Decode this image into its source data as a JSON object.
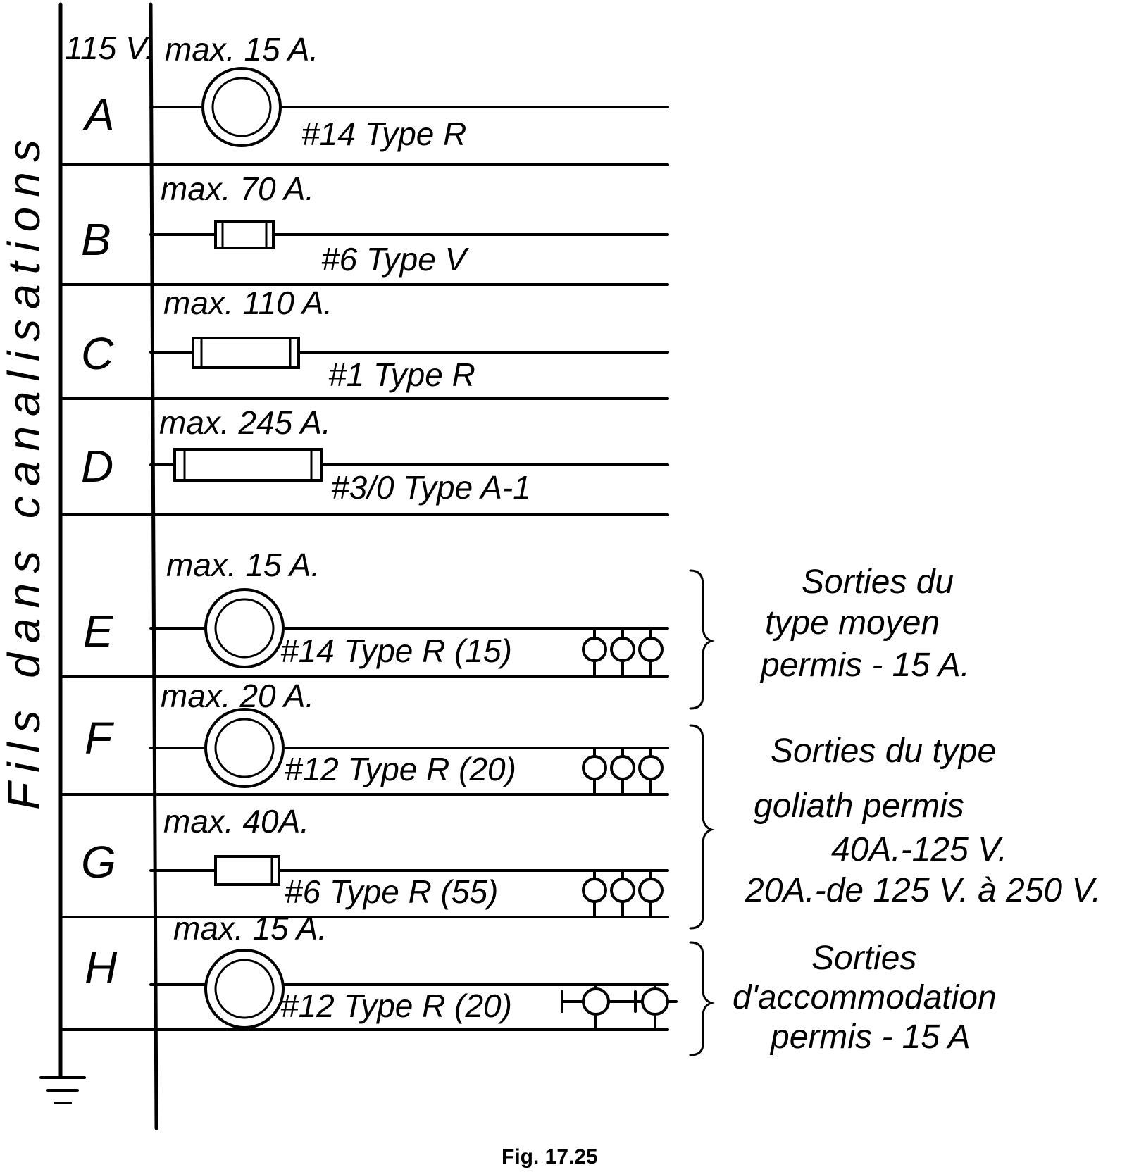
{
  "voltage": "115 V.",
  "side_title": "Fils  dans  canalisations",
  "circuits": [
    {
      "letter": "A",
      "max": "max. 15 A.",
      "wire": "#14 Type R",
      "device": "plug-fuse",
      "outlets": "none"
    },
    {
      "letter": "B",
      "max": "max. 70 A.",
      "wire": "#6 Type V",
      "device": "cartridge-fuse-small",
      "outlets": "none"
    },
    {
      "letter": "C",
      "max": "max. 110 A.",
      "wire": "#1 Type R",
      "device": "cartridge-fuse-medium",
      "outlets": "none"
    },
    {
      "letter": "D",
      "max": "max. 245 A.",
      "wire": "#3/0 Type  A-1",
      "device": "cartridge-fuse-large",
      "outlets": "none"
    },
    {
      "letter": "E",
      "max": "max. 15 A.",
      "wire": "#14 Type R (15)",
      "device": "plug-fuse",
      "outlets": "lamp-sockets"
    },
    {
      "letter": "F",
      "max": "max. 20 A.",
      "wire": "#12 Type R (20)",
      "device": "plug-fuse",
      "outlets": "lamp-sockets"
    },
    {
      "letter": "G",
      "max": "max. 40A.",
      "wire": "#6 Type R (55)",
      "device": "cartridge-fuse-small",
      "outlets": "lamp-sockets"
    },
    {
      "letter": "H",
      "max": "max. 15 A.",
      "wire": "#12 Type R (20)",
      "device": "plug-fuse",
      "outlets": "receptacles"
    }
  ],
  "notes": {
    "e_lines": [
      "Sorties du",
      "type moyen",
      "permis - 15 A."
    ],
    "fg_lines": [
      "Sorties du type",
      "goliath  permis",
      "40A.-125 V.",
      "20A.-de 125 V. à 250 V."
    ],
    "h_lines": [
      "Sorties",
      "d'accommodation",
      "permis - 15 A"
    ]
  },
  "caption": "Fig.  17.25"
}
